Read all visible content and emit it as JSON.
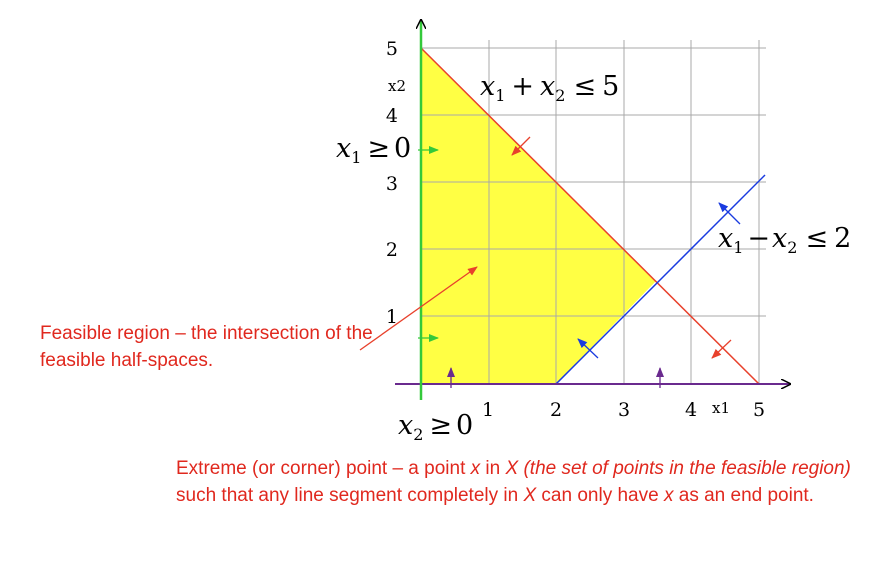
{
  "axes": {
    "x_ticks": [
      "1",
      "2",
      "3",
      "4",
      "5"
    ],
    "y_ticks": [
      "1",
      "2",
      "3",
      "4",
      "5"
    ],
    "x_label": "x1",
    "y_label": "x2"
  },
  "constraints": {
    "sum": {
      "var1": "x",
      "sub1": "1",
      "op": "+",
      "var2": "x",
      "sub2": "2",
      "rel": "≤",
      "rhs": "5"
    },
    "diff": {
      "var1": "x",
      "sub1": "1",
      "op": "−",
      "var2": "x",
      "sub2": "2",
      "rel": "≤",
      "rhs": "2"
    },
    "x1_nonneg": {
      "var": "x",
      "sub": "1",
      "rel": "≥",
      "rhs": "0"
    },
    "x2_nonneg": {
      "var": "x",
      "sub": "2",
      "rel": "≥",
      "rhs": "0"
    }
  },
  "captions": {
    "feasible": "Feasible region – the intersection of the feasible half-spaces.",
    "extreme": {
      "part1": "Extreme (or corner) point – a point ",
      "x1": "x",
      "part2": " in ",
      "X1": "X",
      "paren": " (the set of points in the feasible region)",
      "part3": " such that any line segment completely in ",
      "X2": "X",
      "part4": " can only have ",
      "x2": "x",
      "part5": " as an end point."
    }
  },
  "colors": {
    "feasible_fill": "#ffff44",
    "sum_line": "#e8412c",
    "diff_line": "#1a3be0",
    "x1_axis": "#34c93a",
    "x2_axis": "#6a2a8e",
    "caption": "#e0281e"
  }
}
